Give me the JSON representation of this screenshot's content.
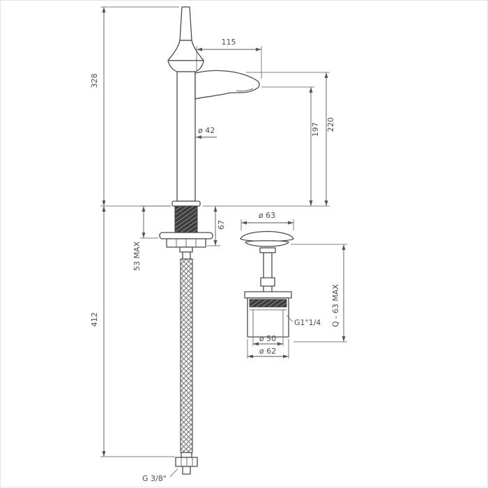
{
  "colors": {
    "background": "#ffffff",
    "line": "#4a4a4a",
    "dimension_line": "#565656",
    "text": "#4b4b4b",
    "dark_hatch": "#3d3d3d"
  },
  "dimensions": {
    "spout_reach": "115",
    "total_height": "328",
    "spout_outlet_height": "197",
    "spout_top_height": "220",
    "body_diameter": "ø 42",
    "shank_length": "67",
    "max_deck_thickness": "53 MAX",
    "hose_length": "412",
    "hose_connection": "G 3/8\"",
    "waste_cap_diameter": "ø 63",
    "waste_thread": "G1\"1/4",
    "waste_inner_diameter": "ø 50",
    "waste_body_diameter": "ø 62",
    "waste_height": "Q - 63 MAX"
  }
}
